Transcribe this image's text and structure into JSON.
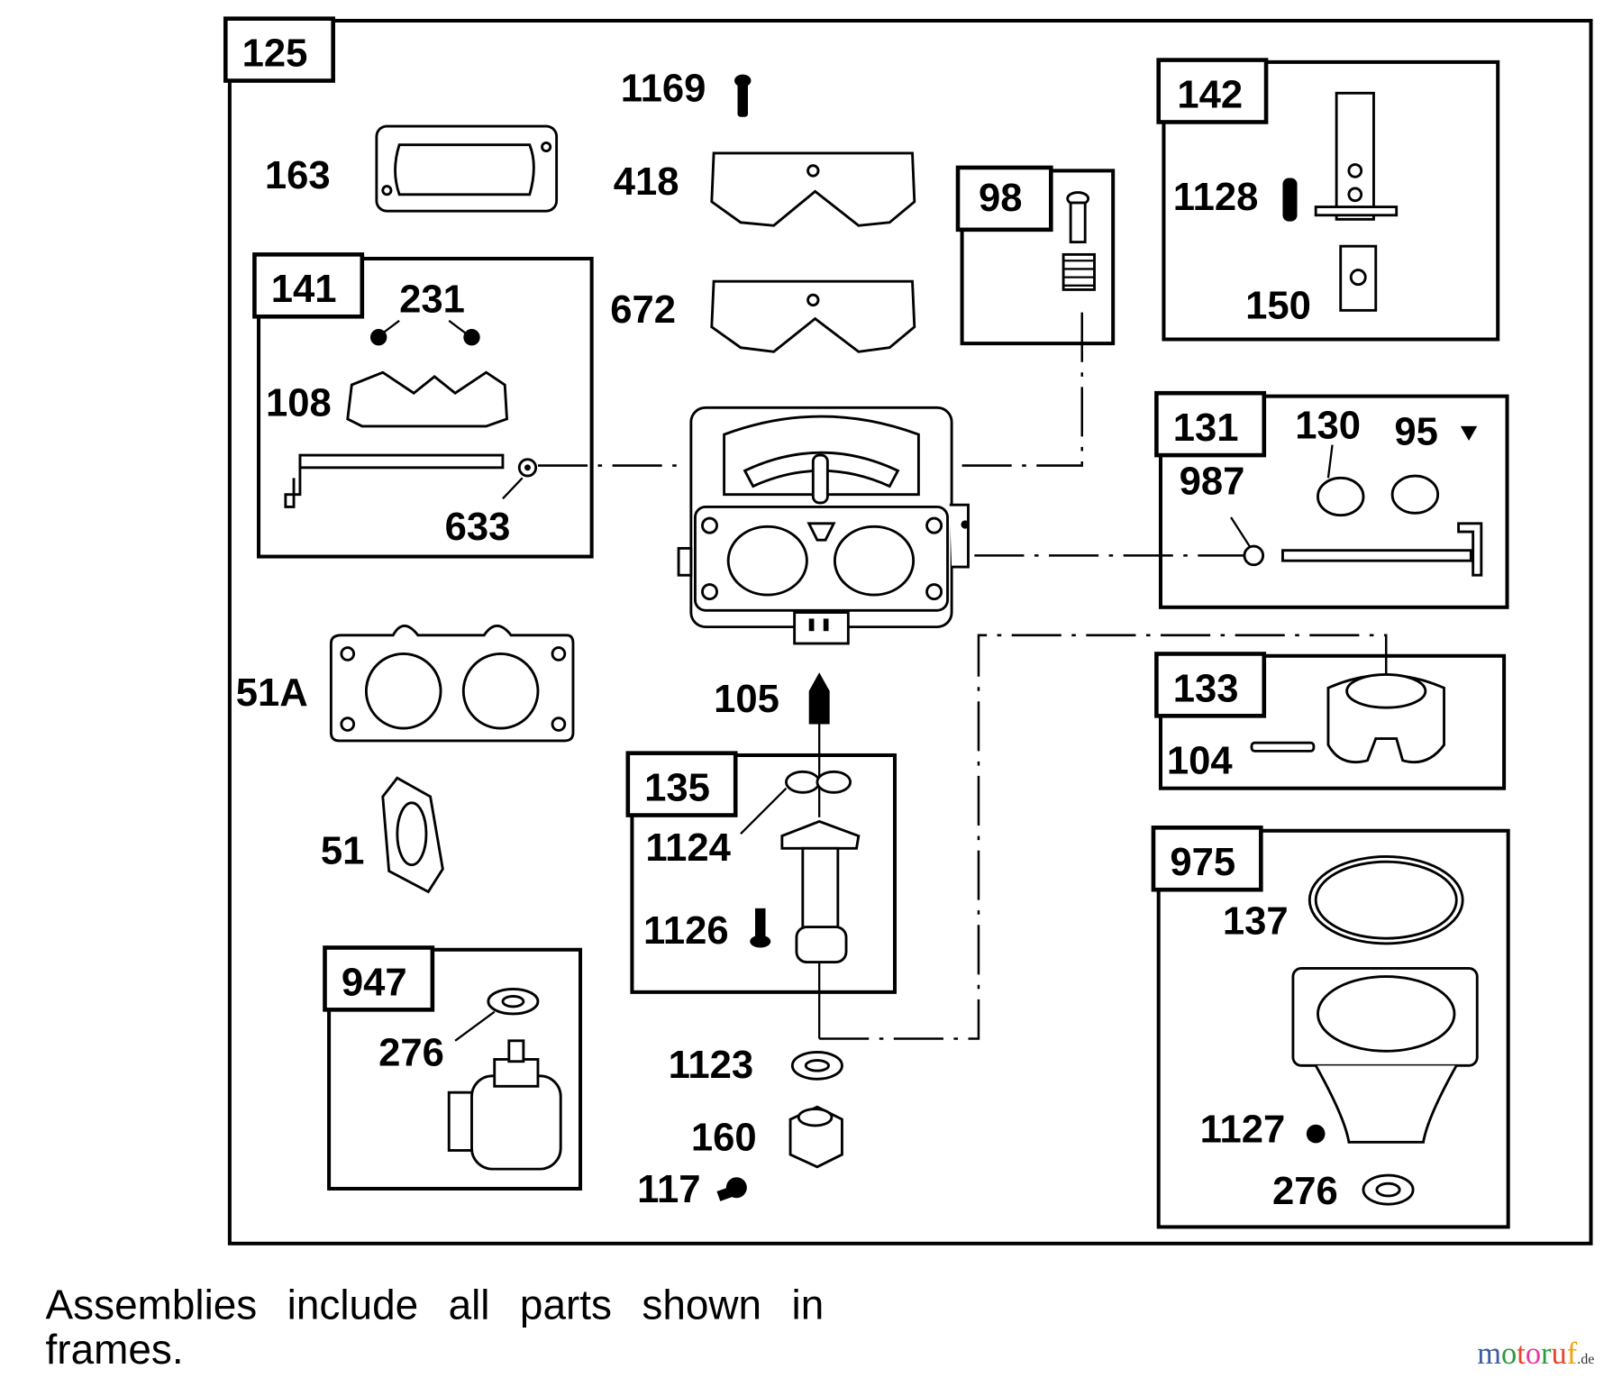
{
  "frames": {
    "f125": "125",
    "f141": "141",
    "f98": "98",
    "f142": "142",
    "f131": "131",
    "f133": "133",
    "f975": "975",
    "f135": "135",
    "f947": "947"
  },
  "parts": {
    "p163": "163",
    "p1169": "1169",
    "p418": "418",
    "p672": "672",
    "p231": "231",
    "p108": "108",
    "p633": "633",
    "p51A": "51A",
    "p51": "51",
    "p105": "105",
    "p1124": "1124",
    "p1126": "1126",
    "p276a": "276",
    "p1123": "1123",
    "p160": "160",
    "p117": "117",
    "p1128": "1128",
    "p150": "150",
    "p130": "130",
    "p95": "95",
    "p987": "987",
    "p104": "104",
    "p137": "137",
    "p1127": "1127",
    "p276b": "276"
  },
  "footnote": {
    "line1": "Assemblies include all parts shown in",
    "line2": "frames."
  },
  "watermark": {
    "text": "motoruf",
    "suffix": ".de",
    "colors": [
      "#3b5ba5",
      "#2e9a3e",
      "#e8452c",
      "#e6399b",
      "#2e9a3e",
      "#e8452c",
      "#f0a30a"
    ]
  }
}
